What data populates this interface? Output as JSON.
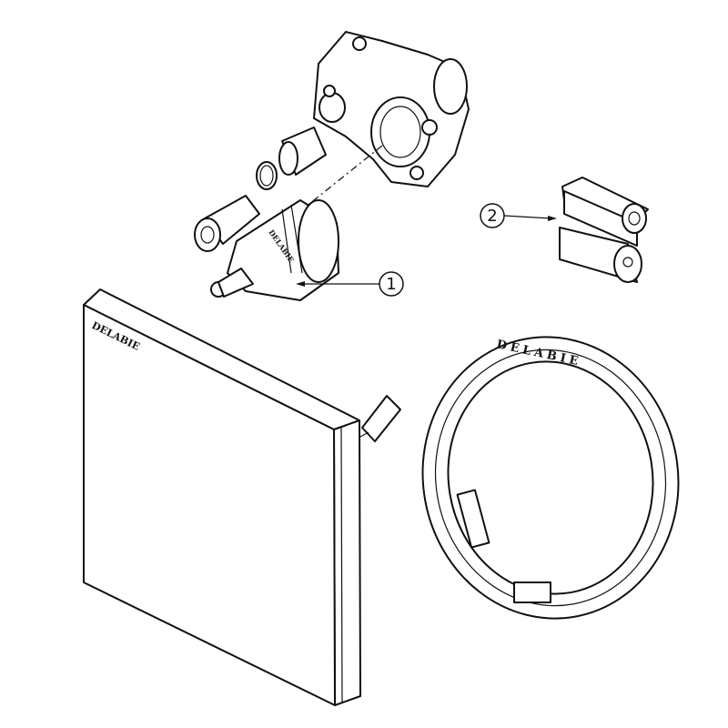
{
  "diagram": {
    "callouts": [
      {
        "number": "1",
        "part": "cartridge"
      },
      {
        "number": "2",
        "part": "filters"
      }
    ],
    "brand_marks": {
      "panel": "DELABIE",
      "ring": "DELABIE",
      "cartridge": "DELABIE"
    },
    "colors": {
      "line": "#111111",
      "background": "#ffffff"
    }
  }
}
